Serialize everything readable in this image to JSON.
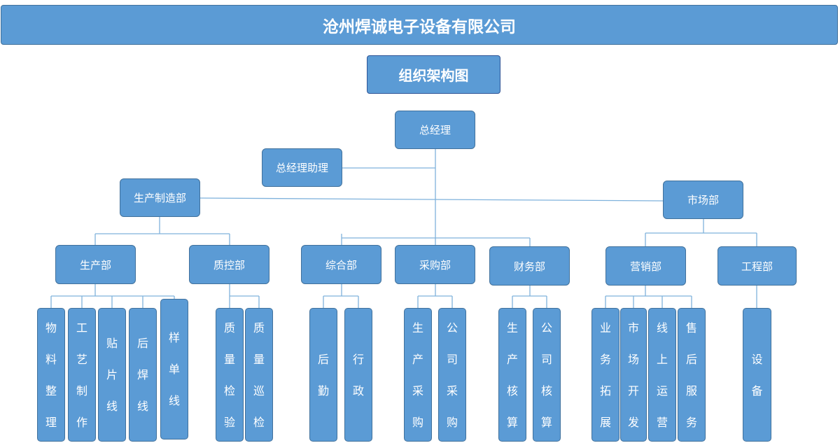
{
  "title": "沧州焊诚电子设备有限公司",
  "subtitle": "组织架构图",
  "colors": {
    "box_fill": "#5b9bd5",
    "box_border": "#41719c",
    "connector": "#7fb2dc",
    "text": "#ffffff"
  },
  "nodes": {
    "general_manager": "总经理",
    "gm_assistant": "总经理助理",
    "production_mfg": "生产制造部",
    "marketing": "市场部",
    "production": "生产部",
    "quality_control": "质控部",
    "general_affairs": "综合部",
    "purchasing": "采购部",
    "finance": "财务部",
    "sales": "营销部",
    "engineering": "工程部"
  },
  "leaves": [
    {
      "id": "material",
      "text": "物料整理"
    },
    {
      "id": "process",
      "text": "工艺制作"
    },
    {
      "id": "smt",
      "text": "贴片线"
    },
    {
      "id": "post-weld",
      "text": "后焊线"
    },
    {
      "id": "sample",
      "text": "样单线"
    },
    {
      "id": "qa-inspection",
      "text": "质量检验"
    },
    {
      "id": "qa-patrol",
      "text": "质量巡检"
    },
    {
      "id": "logistics",
      "text": "后勤"
    },
    {
      "id": "admin",
      "text": "行政"
    },
    {
      "id": "prod-purchase",
      "text": "生产采购"
    },
    {
      "id": "co-purchase",
      "text": "公司采购"
    },
    {
      "id": "prod-accounting",
      "text": "生产核算"
    },
    {
      "id": "co-accounting",
      "text": "公司核算"
    },
    {
      "id": "business-dev",
      "text": "业务拓展"
    },
    {
      "id": "market-dev",
      "text": "市场开发"
    },
    {
      "id": "online-ops",
      "text": "线上运营"
    },
    {
      "id": "after-sales",
      "text": "售后服务"
    },
    {
      "id": "equipment",
      "text": "设备"
    }
  ]
}
